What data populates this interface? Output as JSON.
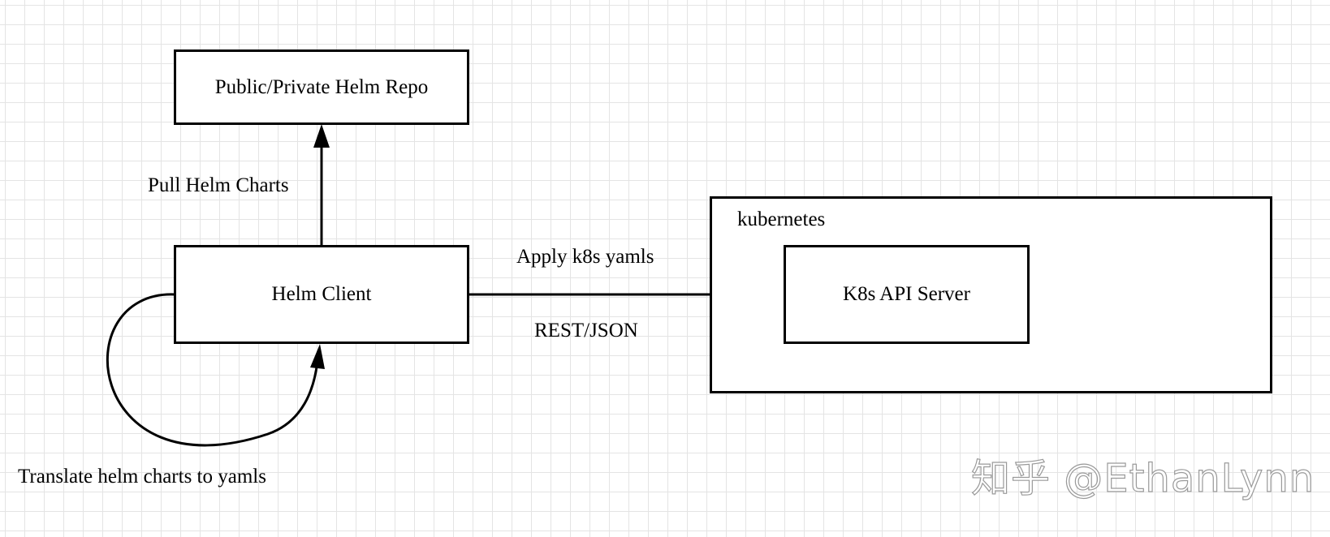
{
  "nodes": {
    "helm_repo": "Public/Private Helm Repo",
    "helm_client": "Helm Client",
    "kubernetes": "kubernetes",
    "api_server": "K8s API Server"
  },
  "edges": {
    "pull": "Pull Helm Charts",
    "apply": "Apply k8s yamls",
    "protocol": "REST/JSON",
    "translate": "Translate helm charts to yamls"
  },
  "watermark": "知乎 @EthanLynn"
}
